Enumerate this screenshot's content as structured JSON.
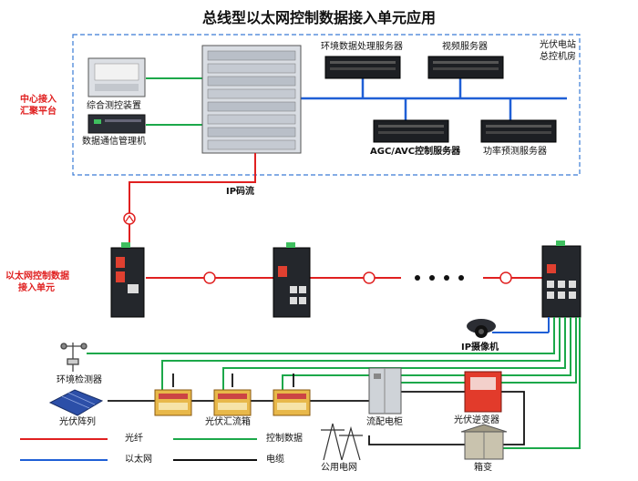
{
  "title": "总线型以太网控制数据接入单元应用",
  "center": {
    "label_line1": "中心接入",
    "label_line2": "汇聚平台",
    "station_line1": "光伏电站",
    "station_line2": "总控机房",
    "devices": {
      "integrated_monitor": "综合测控装置",
      "comm_manager": "数据通信管理机",
      "env_server": "环境数据处理服务器",
      "video_server": "视频服务器",
      "agc_server": "AGC/AVC控制服务器",
      "power_server": "功率预测服务器"
    },
    "ip_stream": "IP码流"
  },
  "access_unit": {
    "label_line1": "以太网控制数据",
    "label_line2": "接入单元"
  },
  "field": {
    "ip_camera": "IP摄像机",
    "env_detector": "环境检测器",
    "pv_array": "光伏阵列",
    "pv_combiner": "光伏汇流箱",
    "dist_cabinet": "流配电柜",
    "pv_inverter": "光伏逆变器",
    "public_grid": "公用电网",
    "box_transformer": "箱变"
  },
  "legend": {
    "fiber": "光纤",
    "ethernet": "以太网",
    "control": "控制数据",
    "cable": "电缆"
  },
  "colors": {
    "fiber": "#e02020",
    "ethernet": "#1f5fd6",
    "control": "#1ca84a",
    "cable": "#111111",
    "dashed_box": "#3a7bd5"
  }
}
